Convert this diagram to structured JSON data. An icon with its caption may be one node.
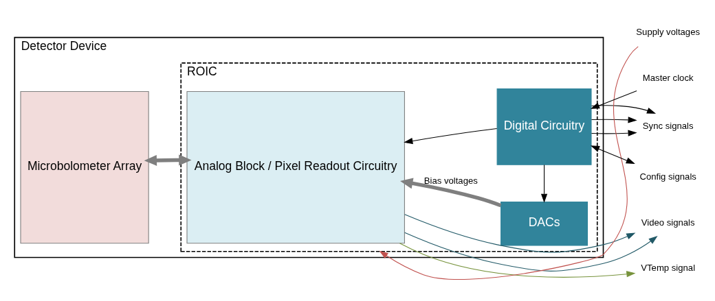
{
  "diagram": {
    "nodes": [
      {
        "text": [
          "Detector Device"
        ]
      },
      {
        "text": [
          "Microbolometer Array"
        ],
        "in": 0
      },
      {
        "text": [
          "ROIC"
        ],
        "in": 0
      },
      {
        "text": [
          "Analog Block / Pixel Readout Circuitry"
        ],
        "in": 2
      },
      {
        "text": [
          "Digital Circuitry"
        ],
        "in": 2
      },
      {
        "text": [
          "DACs"
        ],
        "in": 2
      },
      {
        "text": [
          "Supply voltages"
        ]
      },
      {
        "text": [
          "Master clock"
        ]
      },
      {
        "text": [
          "Sync signals"
        ]
      },
      {
        "text": [
          "Config signals"
        ]
      },
      {
        "text": [
          "Video signals"
        ]
      },
      {
        "text": [
          "VTemp signal"
        ]
      }
    ],
    "edges": [
      {
        "from": 1,
        "to": 3,
        "arrow": "both",
        "style": "thick",
        "color": "#7f7f7f"
      },
      {
        "from": 4,
        "to": 3,
        "arrow": "to"
      },
      {
        "from": 4,
        "to": 5,
        "arrow": "to"
      },
      {
        "from": 5,
        "to": 3,
        "arrow": "to",
        "label": "Bias voltages",
        "style": "thick",
        "color": "#7f7f7f"
      },
      {
        "from": 6,
        "to": 2,
        "arrow": "to",
        "color": "#c0504d"
      },
      {
        "from": 7,
        "to": 4,
        "arrow": "to"
      },
      {
        "from": 4,
        "to": 8,
        "arrow": "to"
      },
      {
        "from": 4,
        "to": 8,
        "arrow": "to"
      },
      {
        "from": 4,
        "to": 8,
        "arrow": "to"
      },
      {
        "from": 9,
        "to": 4,
        "arrow": "both"
      },
      {
        "from": 3,
        "to": 10,
        "arrow": "to",
        "color": "#215967"
      },
      {
        "from": 3,
        "to": 10,
        "arrow": "to",
        "color": "#215967"
      },
      {
        "from": 3,
        "to": 11,
        "arrow": "to",
        "color": "#77933c"
      }
    ]
  }
}
